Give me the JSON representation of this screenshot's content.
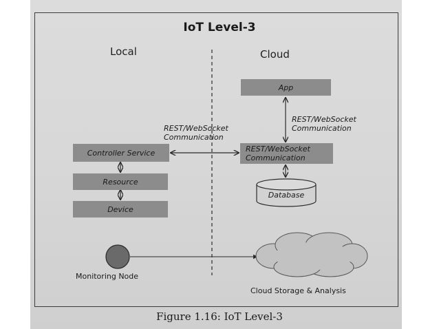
{
  "title": "IoT Level-3",
  "sections": {
    "local": "Local",
    "cloud": "Cloud"
  },
  "local_stack": {
    "controller": "Controller Service",
    "resource": "Resource",
    "device": "Device"
  },
  "cloud_stack": {
    "app": "App",
    "comm_box_line1": "REST/WebSocket",
    "comm_box_line2": "Communication",
    "database": "Database"
  },
  "labels": {
    "center_line1": "REST/WebSocket",
    "center_line2": "Communication",
    "right_line1": "REST/WebSocket",
    "right_line2": "Communication"
  },
  "monitoring": "Monitoring Node",
  "cloud_storage": "Cloud Storage & Analysis",
  "caption": "Figure 1.16: IoT Level-3",
  "colors": {
    "box": "#8c8c8c",
    "page": "#d8d8d8",
    "line": "#2a2a2a"
  }
}
